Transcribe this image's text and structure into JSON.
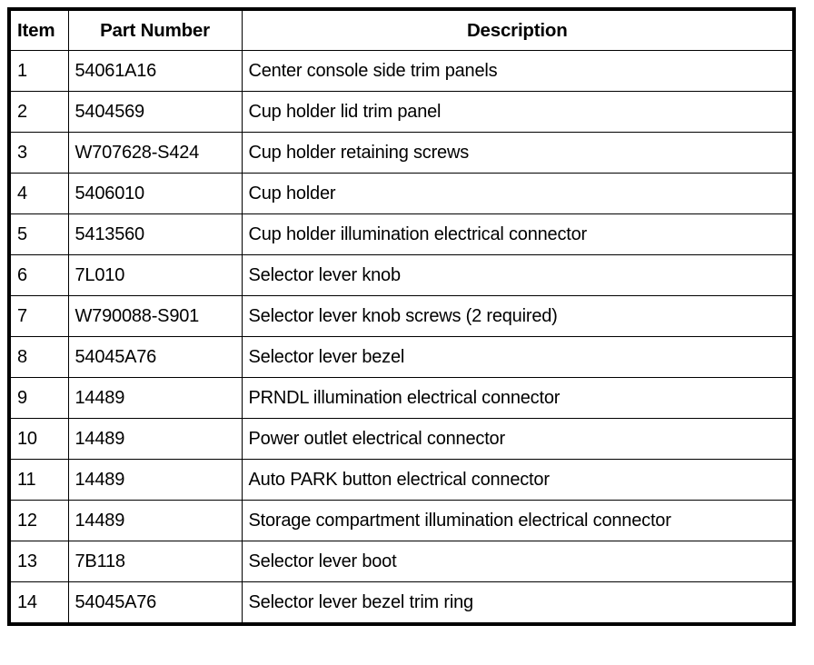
{
  "table": {
    "columns": [
      {
        "key": "item",
        "label": "Item"
      },
      {
        "key": "part_number",
        "label": "Part Number"
      },
      {
        "key": "description",
        "label": "Description"
      }
    ],
    "rows": [
      {
        "item": "1",
        "part_number": "54061A16",
        "description": "Center console side trim panels"
      },
      {
        "item": "2",
        "part_number": "5404569",
        "description": "Cup holder lid trim panel"
      },
      {
        "item": "3",
        "part_number": "W707628-S424",
        "description": "Cup holder retaining screws"
      },
      {
        "item": "4",
        "part_number": "5406010",
        "description": "Cup holder"
      },
      {
        "item": "5",
        "part_number": "5413560",
        "description": "Cup holder illumination electrical connector"
      },
      {
        "item": "6",
        "part_number": "7L010",
        "description": "Selector lever knob"
      },
      {
        "item": "7",
        "part_number": "W790088-S901",
        "description": "Selector lever knob screws (2 required)"
      },
      {
        "item": "8",
        "part_number": "54045A76",
        "description": "Selector lever bezel"
      },
      {
        "item": "9",
        "part_number": "14489",
        "description": "PRNDL illumination electrical connector"
      },
      {
        "item": "10",
        "part_number": "14489",
        "description": "Power outlet electrical connector"
      },
      {
        "item": "11",
        "part_number": "14489",
        "description": "Auto PARK button electrical connector"
      },
      {
        "item": "12",
        "part_number": "14489",
        "description": "Storage compartment illumination electrical connector"
      },
      {
        "item": "13",
        "part_number": "7B118",
        "description": "Selector lever boot"
      },
      {
        "item": "14",
        "part_number": "54045A76",
        "description": "Selector lever bezel trim ring"
      }
    ]
  },
  "colors": {
    "border": "#000000",
    "text": "#000000",
    "background": "#ffffff"
  }
}
